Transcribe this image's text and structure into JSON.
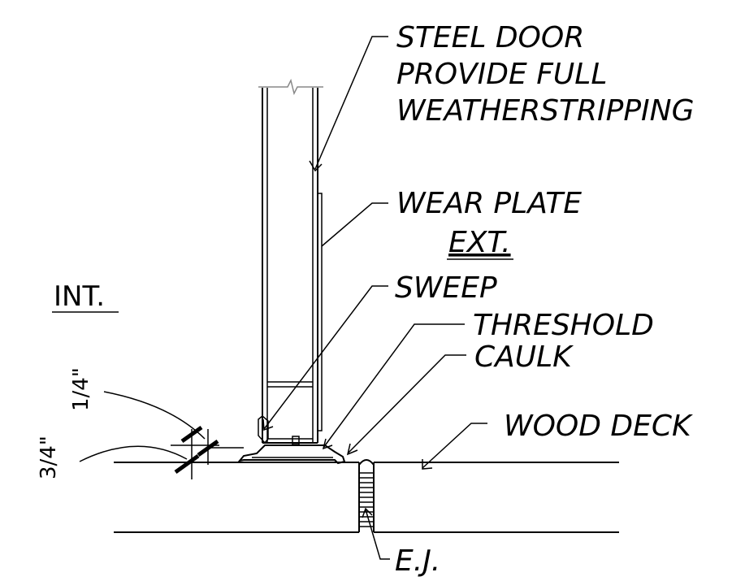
{
  "labels": {
    "steel_door_1": "STEEL DOOR",
    "steel_door_2": "PROVIDE FULL",
    "steel_door_3": "WEATHERSTRIPPING",
    "wear_plate": "WEAR PLATE",
    "exterior": "EXT.",
    "interior": "INT.",
    "sweep": "SWEEP",
    "threshold": "THRESHOLD",
    "caulk": "CAULK",
    "wood_deck": "WOOD DECK",
    "expansion_joint": "E.J."
  },
  "dimensions": {
    "upper": "1/4\"",
    "lower": "3/4\""
  }
}
